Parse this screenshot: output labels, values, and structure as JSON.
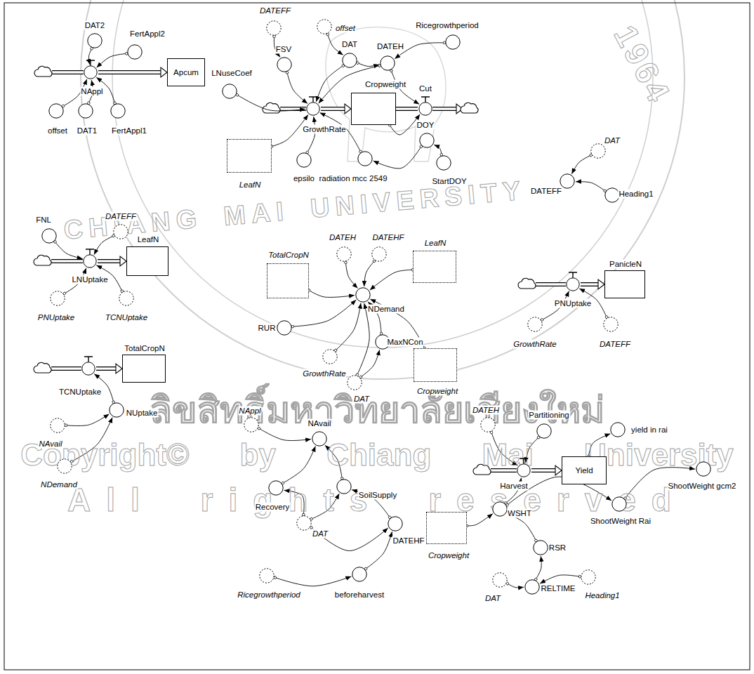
{
  "diagram": {
    "nodes": [
      {
        "text": [
          "DAT2"
        ]
      },
      {
        "text": [
          "FertAppl2"
        ]
      },
      {
        "text": [
          "NAppl"
        ]
      },
      {
        "text": [
          "Apcum"
        ]
      },
      {
        "text": [
          "offset"
        ]
      },
      {
        "text": [
          "DAT1"
        ]
      },
      {
        "text": [
          "FertAppl1"
        ]
      },
      {
        "text": [
          "DATEFF"
        ]
      },
      {
        "text": [
          "offset"
        ]
      },
      {
        "text": [
          "Ricegrowthperiod"
        ]
      },
      {
        "text": [
          "FSV"
        ]
      },
      {
        "text": [
          "DAT"
        ]
      },
      {
        "text": [
          "DATEH"
        ]
      },
      {
        "text": [
          "LNuseCoef"
        ]
      },
      {
        "text": [
          "GrowthRate"
        ]
      },
      {
        "text": [
          "Cropweight"
        ]
      },
      {
        "text": [
          "Cut"
        ]
      },
      {
        "text": [
          "LeafN"
        ]
      },
      {
        "text": [
          "DOY"
        ]
      },
      {
        "text": [
          "epsilo"
        ]
      },
      {
        "text": [
          "radiation mcc 2549"
        ]
      },
      {
        "text": [
          "StartDOY"
        ]
      },
      {
        "text": [
          "DAT"
        ]
      },
      {
        "text": [
          "DATEFF"
        ]
      },
      {
        "text": [
          "Heading1"
        ]
      },
      {
        "text": [
          "FNL"
        ]
      },
      {
        "text": [
          "DATEFF"
        ]
      },
      {
        "text": [
          "LeafN"
        ]
      },
      {
        "text": [
          "LNUptake"
        ]
      },
      {
        "text": [
          "PNUptake"
        ]
      },
      {
        "text": [
          "TCNUptake"
        ]
      },
      {
        "text": [
          "DATEH"
        ]
      },
      {
        "text": [
          "DATEHF"
        ]
      },
      {
        "text": [
          "TotalCropN"
        ]
      },
      {
        "text": [
          "LeafN"
        ]
      },
      {
        "text": [
          "RUR"
        ]
      },
      {
        "text": [
          "NDemand"
        ]
      },
      {
        "text": [
          "GrowthRate"
        ]
      },
      {
        "text": [
          "MaxNCon"
        ]
      },
      {
        "text": [
          "Cropweight"
        ]
      },
      {
        "text": [
          "DAT"
        ]
      },
      {
        "text": [
          "PanicleN"
        ]
      },
      {
        "text": [
          "PNUptake"
        ]
      },
      {
        "text": [
          "GrowthRate"
        ]
      },
      {
        "text": [
          "DATEFF"
        ]
      },
      {
        "text": [
          "TotalCropN"
        ]
      },
      {
        "text": [
          "TCNUptake"
        ]
      },
      {
        "text": [
          "NUptake"
        ]
      },
      {
        "text": [
          "NAvail"
        ]
      },
      {
        "text": [
          "NDemand"
        ]
      },
      {
        "text": [
          "NAppl"
        ]
      },
      {
        "text": [
          "NAvail"
        ]
      },
      {
        "text": [
          "Recovery"
        ]
      },
      {
        "text": [
          "SoilSupply"
        ]
      },
      {
        "text": [
          "DAT"
        ]
      },
      {
        "text": [
          "DATEHF"
        ]
      },
      {
        "text": [
          "Ricegrowthperiod"
        ]
      },
      {
        "text": [
          "beforeharvest"
        ]
      },
      {
        "text": [
          "DATEH"
        ]
      },
      {
        "text": [
          "Partitioning"
        ]
      },
      {
        "text": [
          "yield in rai"
        ]
      },
      {
        "text": [
          "Harvest"
        ]
      },
      {
        "text": [
          "Yield"
        ]
      },
      {
        "text": [
          "ShootWeight gcm2"
        ]
      },
      {
        "text": [
          "WSHT"
        ]
      },
      {
        "text": [
          "ShootWeight Rai"
        ]
      },
      {
        "text": [
          "Cropweight"
        ]
      },
      {
        "text": [
          "RSR"
        ]
      },
      {
        "text": [
          "RELTIME"
        ]
      },
      {
        "text": [
          "DAT"
        ]
      },
      {
        "text": [
          "Heading1"
        ]
      }
    ],
    "edges": [
      {
        "from": 0,
        "to": 2,
        "arrow": "to"
      },
      {
        "from": 1,
        "to": 2,
        "arrow": "to"
      },
      {
        "from": 4,
        "to": 2,
        "arrow": "to"
      },
      {
        "from": 5,
        "to": 2,
        "arrow": "to"
      },
      {
        "from": 6,
        "to": 2,
        "arrow": "to"
      },
      {
        "from": 2,
        "to": 3,
        "arrow": "to"
      },
      {
        "from": 7,
        "to": 10,
        "arrow": "to"
      },
      {
        "from": 8,
        "to": 11,
        "arrow": "to"
      },
      {
        "from": 11,
        "to": 12,
        "arrow": "to"
      },
      {
        "from": 9,
        "to": 12,
        "arrow": "to"
      },
      {
        "from": 10,
        "to": 14,
        "arrow": "to"
      },
      {
        "from": 13,
        "to": 14,
        "arrow": "to"
      },
      {
        "from": 11,
        "to": 14,
        "arrow": "to"
      },
      {
        "from": 12,
        "to": 14,
        "arrow": "to"
      },
      {
        "from": 17,
        "to": 14,
        "arrow": "to"
      },
      {
        "from": 19,
        "to": 14,
        "arrow": "to"
      },
      {
        "from": 20,
        "to": 14,
        "arrow": "to"
      },
      {
        "from": 18,
        "to": 20,
        "arrow": "to"
      },
      {
        "from": 21,
        "to": 18,
        "arrow": "to"
      },
      {
        "from": 12,
        "to": 16,
        "arrow": "to"
      },
      {
        "from": 15,
        "to": 16,
        "arrow": "to"
      },
      {
        "from": 14,
        "to": 15,
        "arrow": "to"
      },
      {
        "from": 15,
        "to": 16,
        "arrow": "none"
      },
      {
        "from": 22,
        "to": 23,
        "arrow": "to"
      },
      {
        "from": 24,
        "to": 23,
        "arrow": "to"
      },
      {
        "from": 25,
        "to": 28,
        "arrow": "to"
      },
      {
        "from": 26,
        "to": 28,
        "arrow": "to"
      },
      {
        "from": 29,
        "to": 28,
        "arrow": "to"
      },
      {
        "from": 30,
        "to": 28,
        "arrow": "to"
      },
      {
        "from": 28,
        "to": 27,
        "arrow": "to"
      },
      {
        "from": 33,
        "to": 36,
        "arrow": "to"
      },
      {
        "from": 31,
        "to": 36,
        "arrow": "to"
      },
      {
        "from": 32,
        "to": 36,
        "arrow": "to"
      },
      {
        "from": 34,
        "to": 36,
        "arrow": "to"
      },
      {
        "from": 35,
        "to": 36,
        "arrow": "to"
      },
      {
        "from": 39,
        "to": 36,
        "arrow": "to"
      },
      {
        "from": 37,
        "to": 36,
        "arrow": "to"
      },
      {
        "from": 40,
        "to": 36,
        "arrow": "to"
      },
      {
        "from": 38,
        "to": 36,
        "arrow": "to"
      },
      {
        "from": 40,
        "to": 38,
        "arrow": "to"
      },
      {
        "from": 43,
        "to": 42,
        "arrow": "to"
      },
      {
        "from": 44,
        "to": 42,
        "arrow": "to"
      },
      {
        "from": 42,
        "to": 41,
        "arrow": "to"
      },
      {
        "from": 47,
        "to": 46,
        "arrow": "to"
      },
      {
        "from": 48,
        "to": 47,
        "arrow": "to"
      },
      {
        "from": 49,
        "to": 47,
        "arrow": "to"
      },
      {
        "from": 46,
        "to": 45,
        "arrow": "to"
      },
      {
        "from": 50,
        "to": 51,
        "arrow": "to"
      },
      {
        "from": 52,
        "to": 51,
        "arrow": "to"
      },
      {
        "from": 53,
        "to": 51,
        "arrow": "to"
      },
      {
        "from": 54,
        "to": 52,
        "arrow": "to"
      },
      {
        "from": 54,
        "to": 53,
        "arrow": "to"
      },
      {
        "from": 55,
        "to": 53,
        "arrow": "to"
      },
      {
        "from": 54,
        "to": 55,
        "arrow": "to"
      },
      {
        "from": 57,
        "to": 55,
        "arrow": "to"
      },
      {
        "from": 56,
        "to": 57,
        "arrow": "to"
      },
      {
        "from": 58,
        "to": 61,
        "arrow": "to"
      },
      {
        "from": 59,
        "to": 61,
        "arrow": "to"
      },
      {
        "from": 61,
        "to": 62,
        "arrow": "to"
      },
      {
        "from": 62,
        "to": 60,
        "arrow": "to"
      },
      {
        "from": 64,
        "to": 61,
        "arrow": "to"
      },
      {
        "from": 64,
        "to": 65,
        "arrow": "to"
      },
      {
        "from": 65,
        "to": 63,
        "arrow": "to"
      },
      {
        "from": 66,
        "to": 64,
        "arrow": "to"
      },
      {
        "from": 67,
        "to": 64,
        "arrow": "to"
      },
      {
        "from": 68,
        "to": 67,
        "arrow": "to"
      },
      {
        "from": 69,
        "to": 68,
        "arrow": "to"
      },
      {
        "from": 70,
        "to": 68,
        "arrow": "to"
      }
    ],
    "labels": [
      "ลิขสิทธิ์มหาวิทยาลัยเชียงใหม่",
      "Copyright© by Chiang Mai University",
      "All rights reserved",
      "CHIANG MAI UNIVERSITY",
      "1964"
    ]
  }
}
